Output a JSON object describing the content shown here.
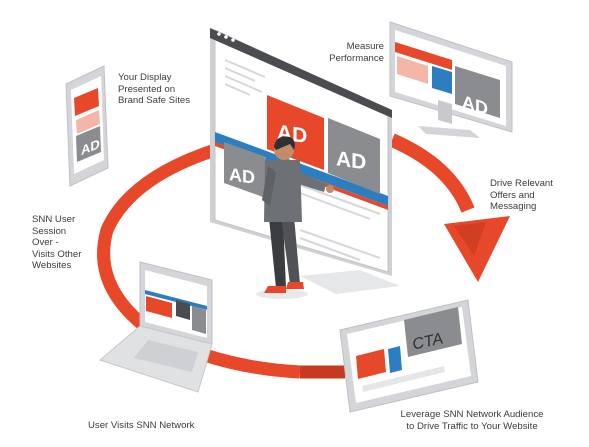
{
  "labels": {
    "measure": "Measure\nPerformance",
    "display": "Your Display\nPresented on\nBrand Safe Sites",
    "drive": "Drive Relevant\nOffers and\nMessaging",
    "session": "SNN User\nSession\nOver -\nVisits Other\nWebsites",
    "visits": "User Visits SNN Network",
    "leverage": "Leverage SNN Network Audience\nto Drive Traffic to Your Website"
  },
  "badges": {
    "ad": "AD",
    "cta": "CTA"
  },
  "colors": {
    "accent": "#e8482a",
    "blue": "#2b7fc1",
    "gray": "#8a8c8f",
    "device": "#dcdde0"
  }
}
